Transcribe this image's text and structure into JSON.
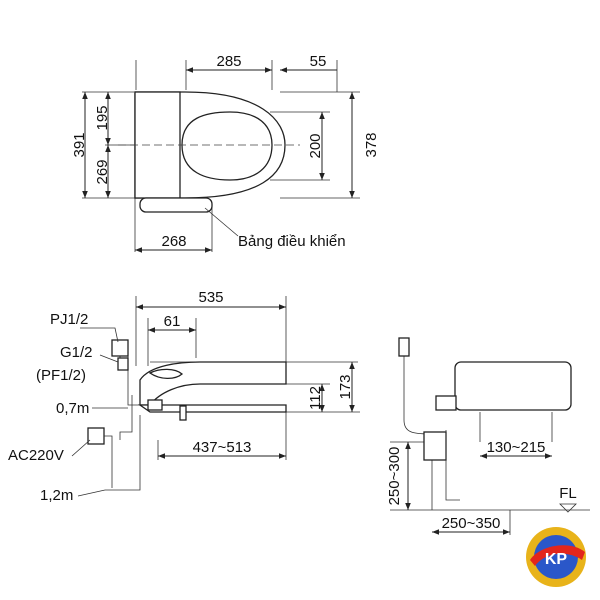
{
  "top_view": {
    "dims": {
      "width_seat": "285",
      "offset": "55",
      "total_depth": "391",
      "front_half": "195",
      "rear_half": "269",
      "seat_opening": "200",
      "seat_depth": "378",
      "base_width": "268"
    },
    "remote_label": "Bảng điều khiển"
  },
  "side_view": {
    "dims": {
      "total_length": "535",
      "inlet_offset": "61",
      "height_seat": "112",
      "height_total": "173",
      "range_length": "437~513"
    },
    "labels": {
      "pj": "PJ1/2",
      "g": "G1/2",
      "pf": "(PF1/2)",
      "hose": "0,7m",
      "power": "AC220V",
      "cord": "1,2m"
    }
  },
  "rear_view": {
    "dims": {
      "outlet_height": "250~300",
      "span": "130~215",
      "outlet_offset": "250~350"
    },
    "labels": {
      "floor": "FL"
    }
  },
  "badge": {
    "text": "KP",
    "colors": {
      "ring": "#e8b31a",
      "inner": "#2a57c9",
      "accent": "#e2261c"
    }
  }
}
